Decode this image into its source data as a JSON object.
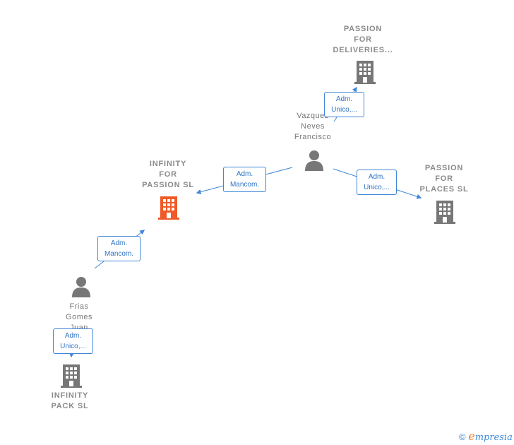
{
  "nodes": {
    "deliveries": {
      "lines": [
        "PASSION",
        "FOR",
        "DELIVERIES..."
      ]
    },
    "vazquez": {
      "lines": [
        "Vazquez",
        "Neves",
        "Francisco"
      ]
    },
    "infinity_passion": {
      "lines": [
        "INFINITY",
        "FOR",
        "PASSION  SL"
      ]
    },
    "places": {
      "lines": [
        "PASSION",
        "FOR",
        "PLACES  SL"
      ]
    },
    "frias": {
      "lines": [
        "Frias",
        "Gomes",
        "Juan"
      ]
    },
    "infinity_pack": {
      "lines": [
        "INFINITY",
        "PACK  SL"
      ]
    }
  },
  "edges": {
    "vazquez_to_deliveries": {
      "lines": [
        "Adm.",
        "Unico,..."
      ]
    },
    "vazquez_to_infinity": {
      "lines": [
        "Adm.",
        "Mancom."
      ]
    },
    "vazquez_to_places": {
      "lines": [
        "Adm.",
        "Unico,..."
      ]
    },
    "frias_to_infinity": {
      "lines": [
        "Adm.",
        "Mancom."
      ]
    },
    "frias_to_pack": {
      "lines": [
        "Adm.",
        "Unico,..."
      ]
    }
  },
  "colors": {
    "main_company": "#f05a28",
    "company": "#777777",
    "person": "#777777",
    "edge": "#3f86d6"
  },
  "brand": {
    "copyright": "©",
    "initial": "e",
    "name": "mpresia"
  }
}
